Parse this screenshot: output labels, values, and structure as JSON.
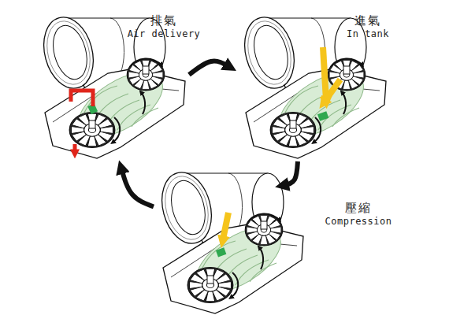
{
  "diagram": {
    "nodes": [
      {
        "text": [
          "排氣",
          "Air delivery"
        ]
      },
      {
        "text": [
          "進氣",
          "In tank"
        ]
      },
      {
        "text": [
          "壓縮",
          "Compression"
        ]
      }
    ],
    "edges": [
      {
        "from": 0,
        "to": 1,
        "arrow": "to"
      },
      {
        "from": 1,
        "to": 2,
        "arrow": "to"
      },
      {
        "from": 2,
        "to": 0,
        "arrow": "to"
      }
    ]
  }
}
